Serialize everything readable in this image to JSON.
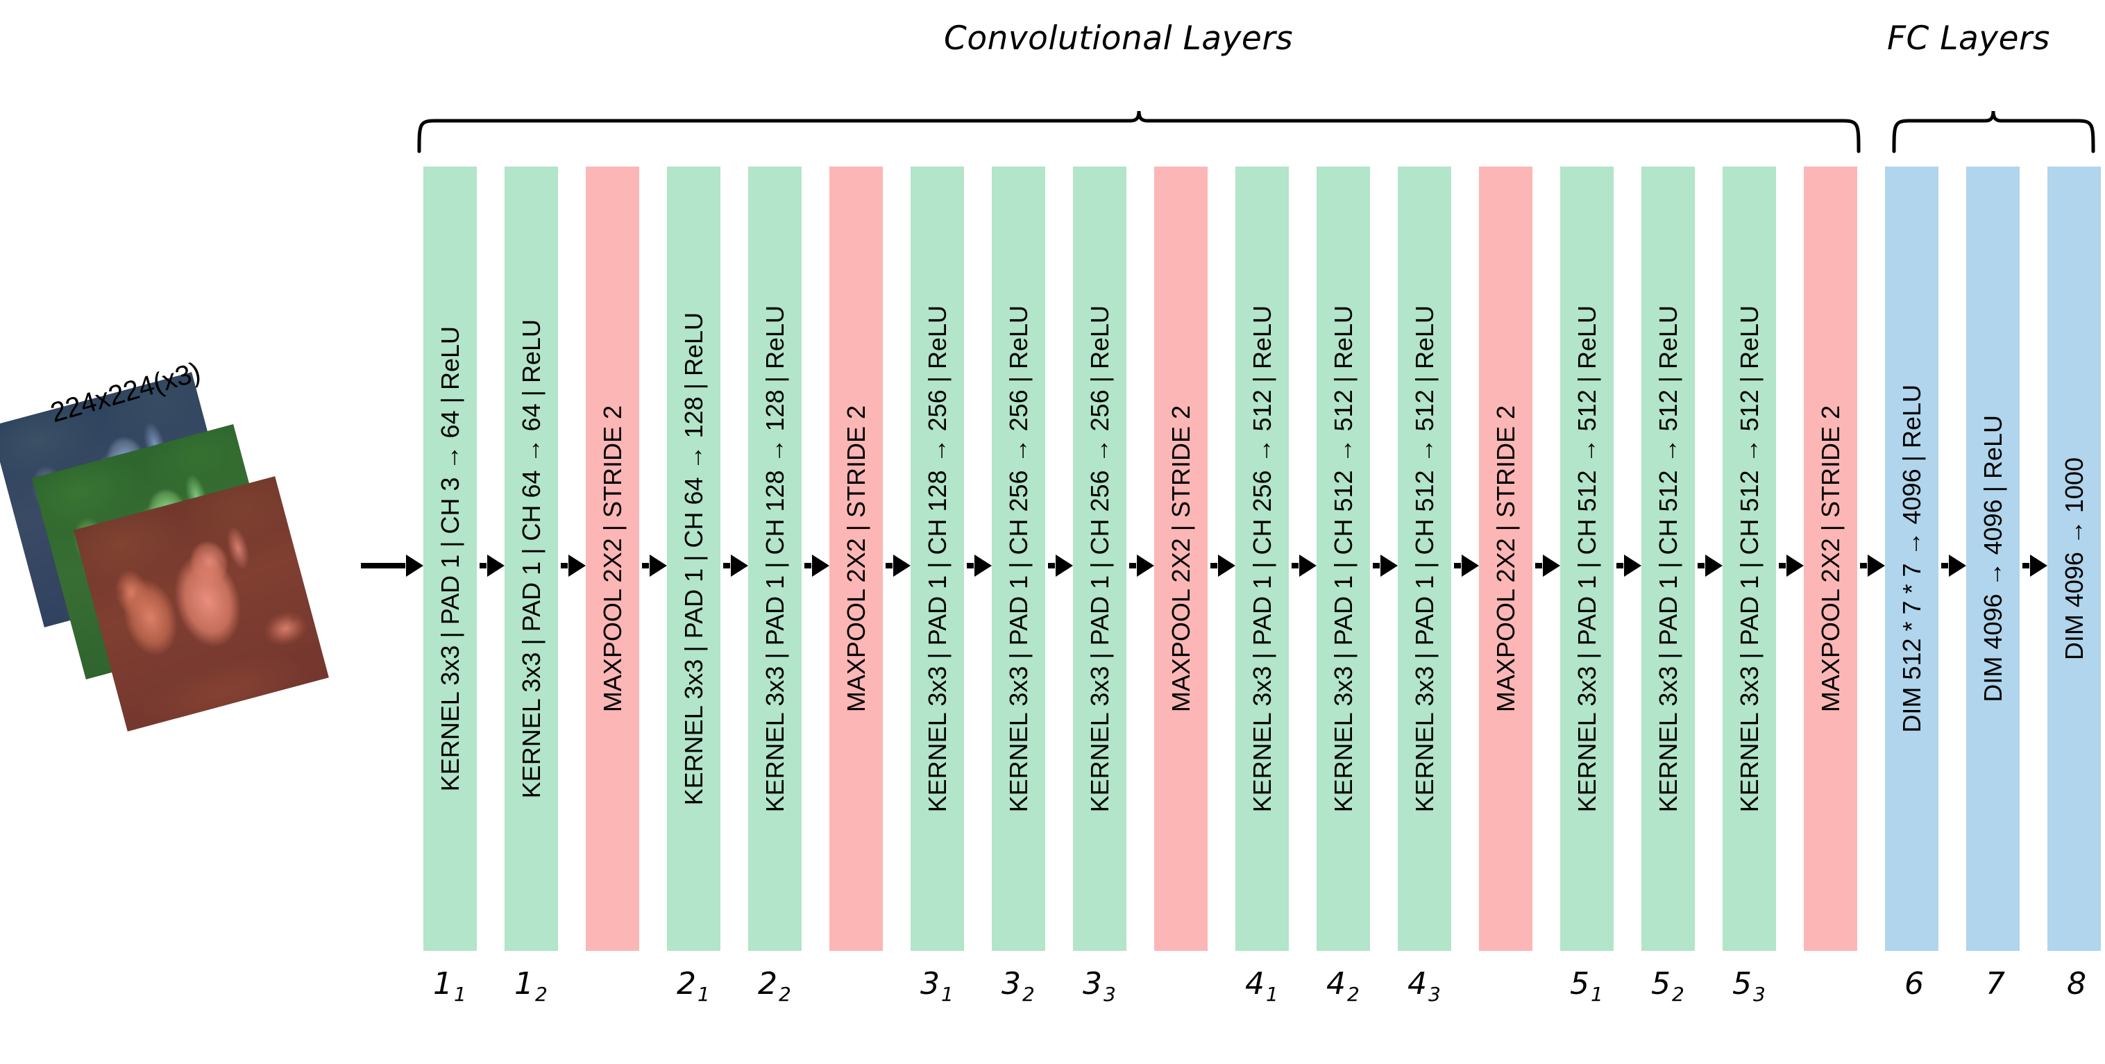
{
  "headers": {
    "conv": "Convolutional Layers",
    "fc": "FC Layers"
  },
  "input": {
    "label": "224x224(x3)",
    "channels": [
      "blue-channel",
      "green-channel",
      "red-channel"
    ]
  },
  "colors": {
    "conv_bar": "#b2e5c9",
    "pool_bar": "#fcb6b6",
    "fc_bar": "#b0d5ec",
    "arrow": "#000000",
    "background": "#ffffff"
  },
  "bars": [
    {
      "kind": "conv",
      "label": "KERNEL 3x3 | PAD 1 | CH  3 → 64 | ReLU",
      "index": "1",
      "sub": "1"
    },
    {
      "kind": "conv",
      "label": "KERNEL 3x3 | PAD 1 | CH 64 → 64 | ReLU",
      "index": "1",
      "sub": "2"
    },
    {
      "kind": "pool",
      "label": "MAXPOOL 2X2 | STRIDE 2",
      "index": "",
      "sub": ""
    },
    {
      "kind": "conv",
      "label": "KERNEL 3x3 | PAD 1 | CH 64 → 128 | ReLU",
      "index": "2",
      "sub": "1"
    },
    {
      "kind": "conv",
      "label": "KERNEL 3x3 | PAD 1 | CH 128 → 128 | ReLU",
      "index": "2",
      "sub": "2"
    },
    {
      "kind": "pool",
      "label": "MAXPOOL 2X2 | STRIDE 2",
      "index": "",
      "sub": ""
    },
    {
      "kind": "conv",
      "label": "KERNEL 3x3 | PAD 1 | CH 128 → 256 | ReLU",
      "index": "3",
      "sub": "1"
    },
    {
      "kind": "conv",
      "label": "KERNEL 3x3 | PAD 1 | CH 256 → 256 | ReLU",
      "index": "3",
      "sub": "2"
    },
    {
      "kind": "conv",
      "label": "KERNEL 3x3 | PAD 1 | CH 256 → 256 | ReLU",
      "index": "3",
      "sub": "3"
    },
    {
      "kind": "pool",
      "label": "MAXPOOL 2X2 | STRIDE 2",
      "index": "",
      "sub": ""
    },
    {
      "kind": "conv",
      "label": "KERNEL 3x3 | PAD 1 | CH 256 → 512 | ReLU",
      "index": "4",
      "sub": "1"
    },
    {
      "kind": "conv",
      "label": "KERNEL 3x3 | PAD 1 | CH 512 → 512 | ReLU",
      "index": "4",
      "sub": "2"
    },
    {
      "kind": "conv",
      "label": "KERNEL 3x3 | PAD 1 | CH 512 → 512 | ReLU",
      "index": "4",
      "sub": "3"
    },
    {
      "kind": "pool",
      "label": "MAXPOOL 2X2 | STRIDE 2",
      "index": "",
      "sub": ""
    },
    {
      "kind": "conv",
      "label": "KERNEL 3x3 | PAD 1 | CH 512 → 512 | ReLU",
      "index": "5",
      "sub": "1"
    },
    {
      "kind": "conv",
      "label": "KERNEL 3x3 | PAD 1 | CH 512 → 512 | ReLU",
      "index": "5",
      "sub": "2"
    },
    {
      "kind": "conv",
      "label": "KERNEL 3x3 | PAD 1 | CH 512 → 512 | ReLU",
      "index": "5",
      "sub": "3"
    },
    {
      "kind": "pool",
      "label": "MAXPOOL 2X2 | STRIDE 2",
      "index": "",
      "sub": ""
    },
    {
      "kind": "fc",
      "label": "DIM 512 * 7 * 7 → 4096 | ReLU",
      "index": "6",
      "sub": ""
    },
    {
      "kind": "fc",
      "label": "DIM 4096 → 4096 | ReLU",
      "index": "7",
      "sub": ""
    },
    {
      "kind": "fc",
      "label": "DIM 4096 → 1000",
      "index": "8",
      "sub": ""
    }
  ]
}
